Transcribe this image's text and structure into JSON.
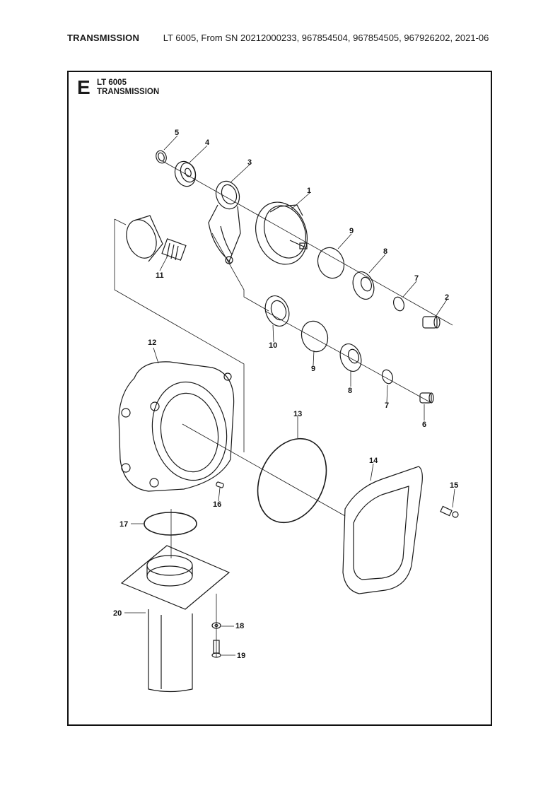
{
  "header": {
    "section": "TRANSMISSION",
    "description": "LT 6005, From SN 20212000233, 967854504, 967854505, 967926202, 2021-06"
  },
  "diagram": {
    "letter": "E",
    "model": "LT 6005",
    "title": "TRANSMISSION"
  },
  "callouts": [
    "1",
    "2",
    "3",
    "4",
    "5",
    "6",
    "7",
    "7",
    "8",
    "8",
    "9",
    "9",
    "10",
    "11",
    "12",
    "13",
    "14",
    "15",
    "16",
    "17",
    "18",
    "19",
    "20"
  ]
}
